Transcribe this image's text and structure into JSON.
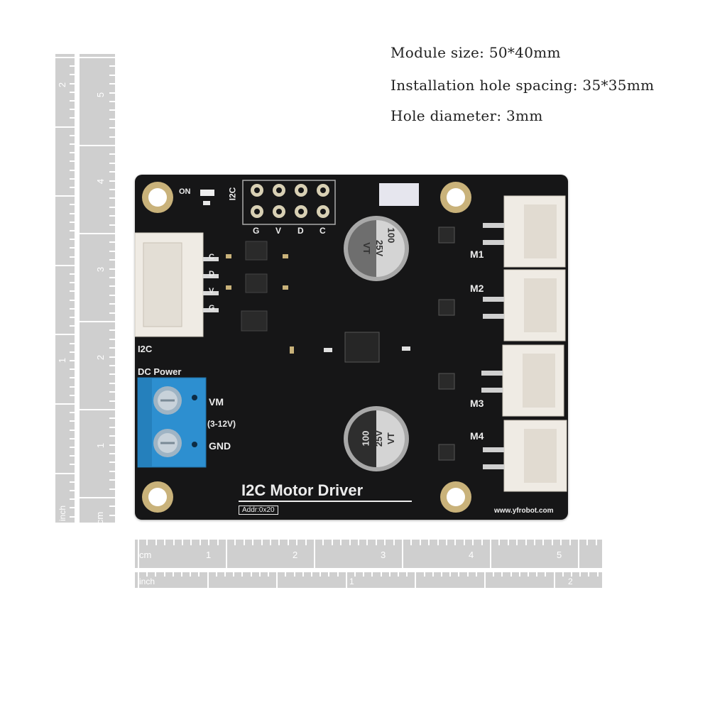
{
  "specs": {
    "module_size": "Module size: 50*40mm",
    "hole_spacing": "Installation hole spacing: 35*35mm",
    "hole_diameter": "Hole diameter: 3mm"
  },
  "rulers": {
    "vertical_inch_unit": "inch",
    "vertical_inch_labels": [
      "2",
      "1"
    ],
    "vertical_cm_unit": "cm",
    "vertical_cm_labels": [
      "5",
      "4",
      "3",
      "2",
      "1"
    ],
    "horizontal_cm_unit": "cm",
    "horizontal_cm_labels": [
      "1",
      "2",
      "3",
      "4",
      "5"
    ],
    "horizontal_inch_unit": "inch",
    "horizontal_inch_labels": [
      "1",
      "2"
    ]
  },
  "board": {
    "on_label": "ON",
    "i2c_header_label": "I2C",
    "header_pins": [
      "G",
      "V",
      "D",
      "C"
    ],
    "i2c_connector_label": "I2C",
    "i2c_connector_pins": [
      "C",
      "D",
      "V",
      "G"
    ],
    "dc_power_label": "DC Power",
    "vm_label": "VM",
    "voltage_label": "(3-12V)",
    "gnd_label": "GND",
    "motor_labels": [
      "M1",
      "M2",
      "M3",
      "M4"
    ],
    "title": "I2C Motor Driver",
    "address": "Addr:0x20",
    "website": "www.yfrobot.com",
    "cap_value": "100",
    "cap_voltage": "25V",
    "cap_code": "VT",
    "colors": {
      "pcb": "#161617",
      "terminal_block": "#2d8fd0",
      "connector": "#efebe4",
      "silkscreen": "#ececec",
      "pad": "#c9b27a"
    }
  }
}
